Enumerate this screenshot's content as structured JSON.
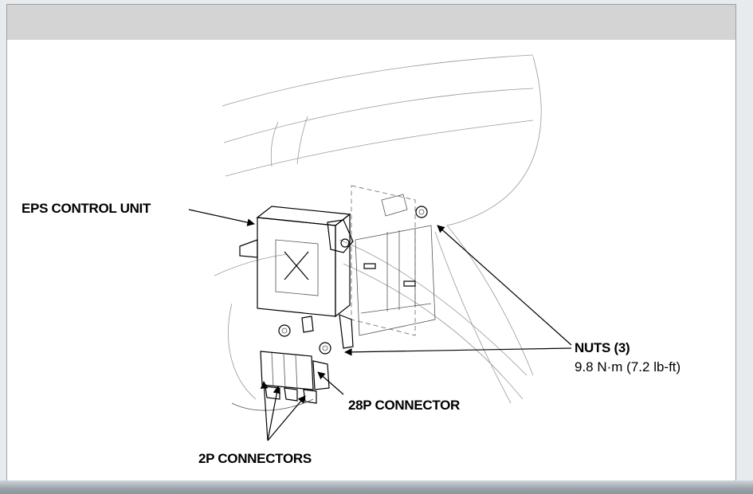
{
  "labels": {
    "eps_control_unit": "EPS CONTROL UNIT",
    "nuts_title": "NUTS (3)",
    "nuts_torque": "9.8 N·m (7.2 lb-ft)",
    "connector_28p": "28P CONNECTOR",
    "connectors_2p": "2P CONNECTORS"
  },
  "colors": {
    "header_bar": "#d4d4d4",
    "line": "#000000"
  }
}
